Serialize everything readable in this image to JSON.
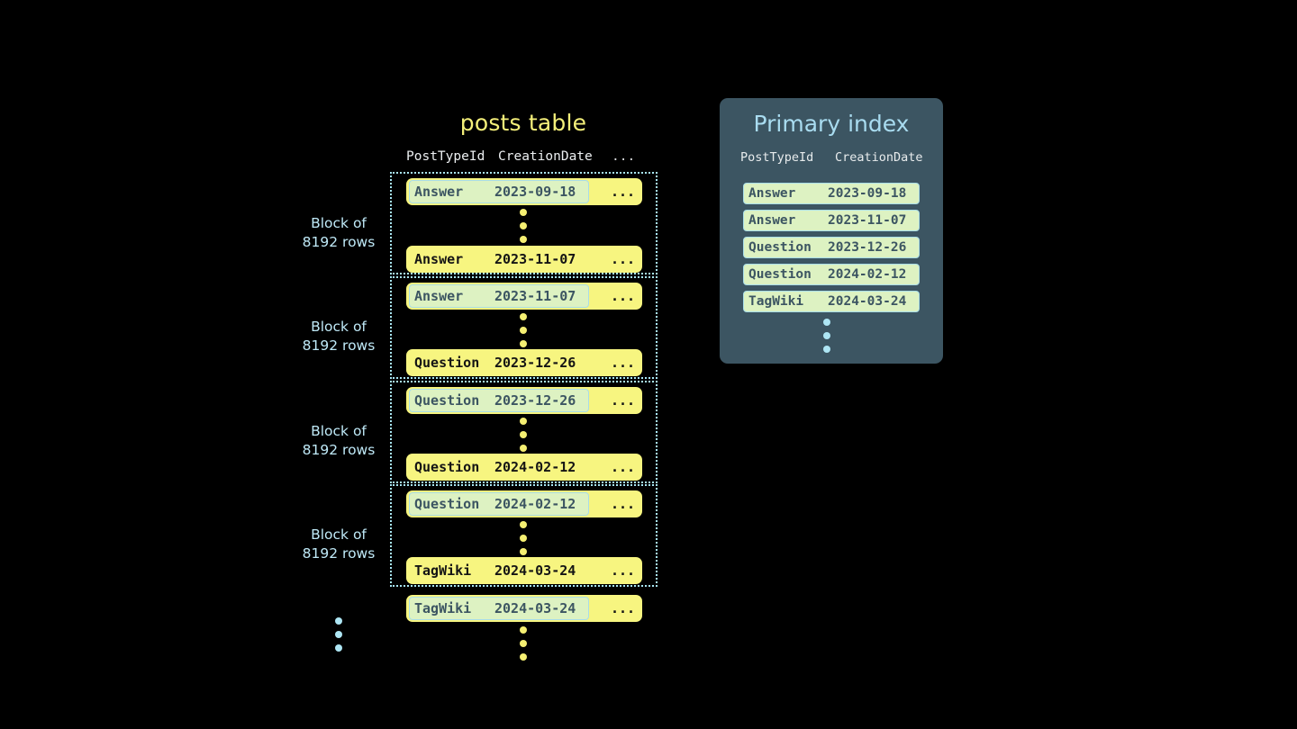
{
  "posts_table": {
    "title": "posts table",
    "columns": [
      "PostTypeId",
      "CreationDate",
      "..."
    ],
    "blocks": [
      {
        "label_line1": "Block of",
        "label_line2": "8192 rows",
        "first_row": {
          "post_type_id": "Answer",
          "creation_date": "2023-09-18",
          "more": "...",
          "highlighted": true
        },
        "last_row": {
          "post_type_id": "Answer",
          "creation_date": "2023-11-07",
          "more": "...",
          "highlighted": false
        }
      },
      {
        "label_line1": "Block of",
        "label_line2": "8192 rows",
        "first_row": {
          "post_type_id": "Answer",
          "creation_date": "2023-11-07",
          "more": "...",
          "highlighted": true
        },
        "last_row": {
          "post_type_id": "Question",
          "creation_date": "2023-12-26",
          "more": "...",
          "highlighted": false
        }
      },
      {
        "label_line1": "Block of",
        "label_line2": "8192 rows",
        "first_row": {
          "post_type_id": "Question",
          "creation_date": "2023-12-26",
          "more": "...",
          "highlighted": true
        },
        "last_row": {
          "post_type_id": "Question",
          "creation_date": "2024-02-12",
          "more": "...",
          "highlighted": false
        }
      },
      {
        "label_line1": "Block of",
        "label_line2": "8192 rows",
        "first_row": {
          "post_type_id": "Question",
          "creation_date": "2024-02-12",
          "more": "...",
          "highlighted": true
        },
        "last_row": {
          "post_type_id": "TagWiki",
          "creation_date": "2024-03-24",
          "more": "...",
          "highlighted": false
        }
      }
    ],
    "trailing_row": {
      "post_type_id": "TagWiki",
      "creation_date": "2024-03-24",
      "more": "...",
      "highlighted": true
    }
  },
  "primary_index": {
    "title": "Primary index",
    "columns": [
      "PostTypeId",
      "CreationDate"
    ],
    "rows": [
      {
        "post_type_id": "Answer",
        "creation_date": "2023-09-18"
      },
      {
        "post_type_id": "Answer",
        "creation_date": "2023-11-07"
      },
      {
        "post_type_id": "Question",
        "creation_date": "2023-12-26"
      },
      {
        "post_type_id": "Question",
        "creation_date": "2024-02-12"
      },
      {
        "post_type_id": "TagWiki",
        "creation_date": "2024-03-24"
      }
    ]
  },
  "colors": {
    "background": "#000000",
    "row_yellow": "#f7f580",
    "highlight_mint": "#ddf2c2",
    "highlight_border": "#a9dde8",
    "block_border": "#a9e7f5",
    "label_blue": "#bfe9f7",
    "title_yellow": "#f5f07a",
    "index_panel": "#3c5562",
    "index_title": "#a9dcf0",
    "dot_yellow": "#f5ef72",
    "dot_blue": "#aee6f4"
  }
}
